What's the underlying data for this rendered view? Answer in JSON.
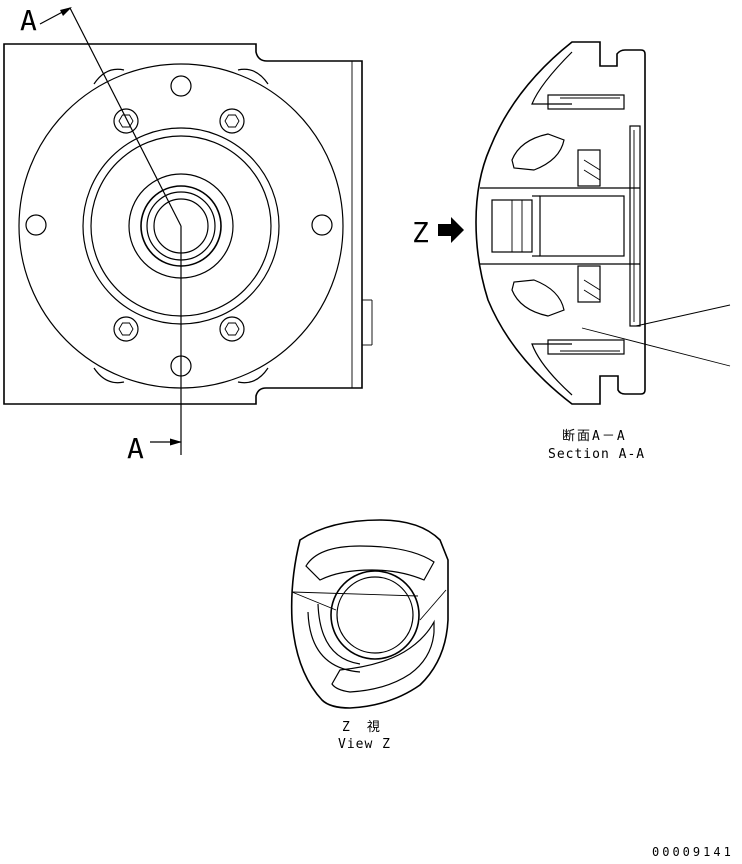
{
  "section_marker_top": "A",
  "section_marker_bottom": "A",
  "view_marker": "Z",
  "section_caption": {
    "japanese": "断面A－A",
    "english": "Section A-A"
  },
  "view_caption": {
    "japanese": "Z　視",
    "english": "View Z"
  },
  "drawing_number": "00009141"
}
